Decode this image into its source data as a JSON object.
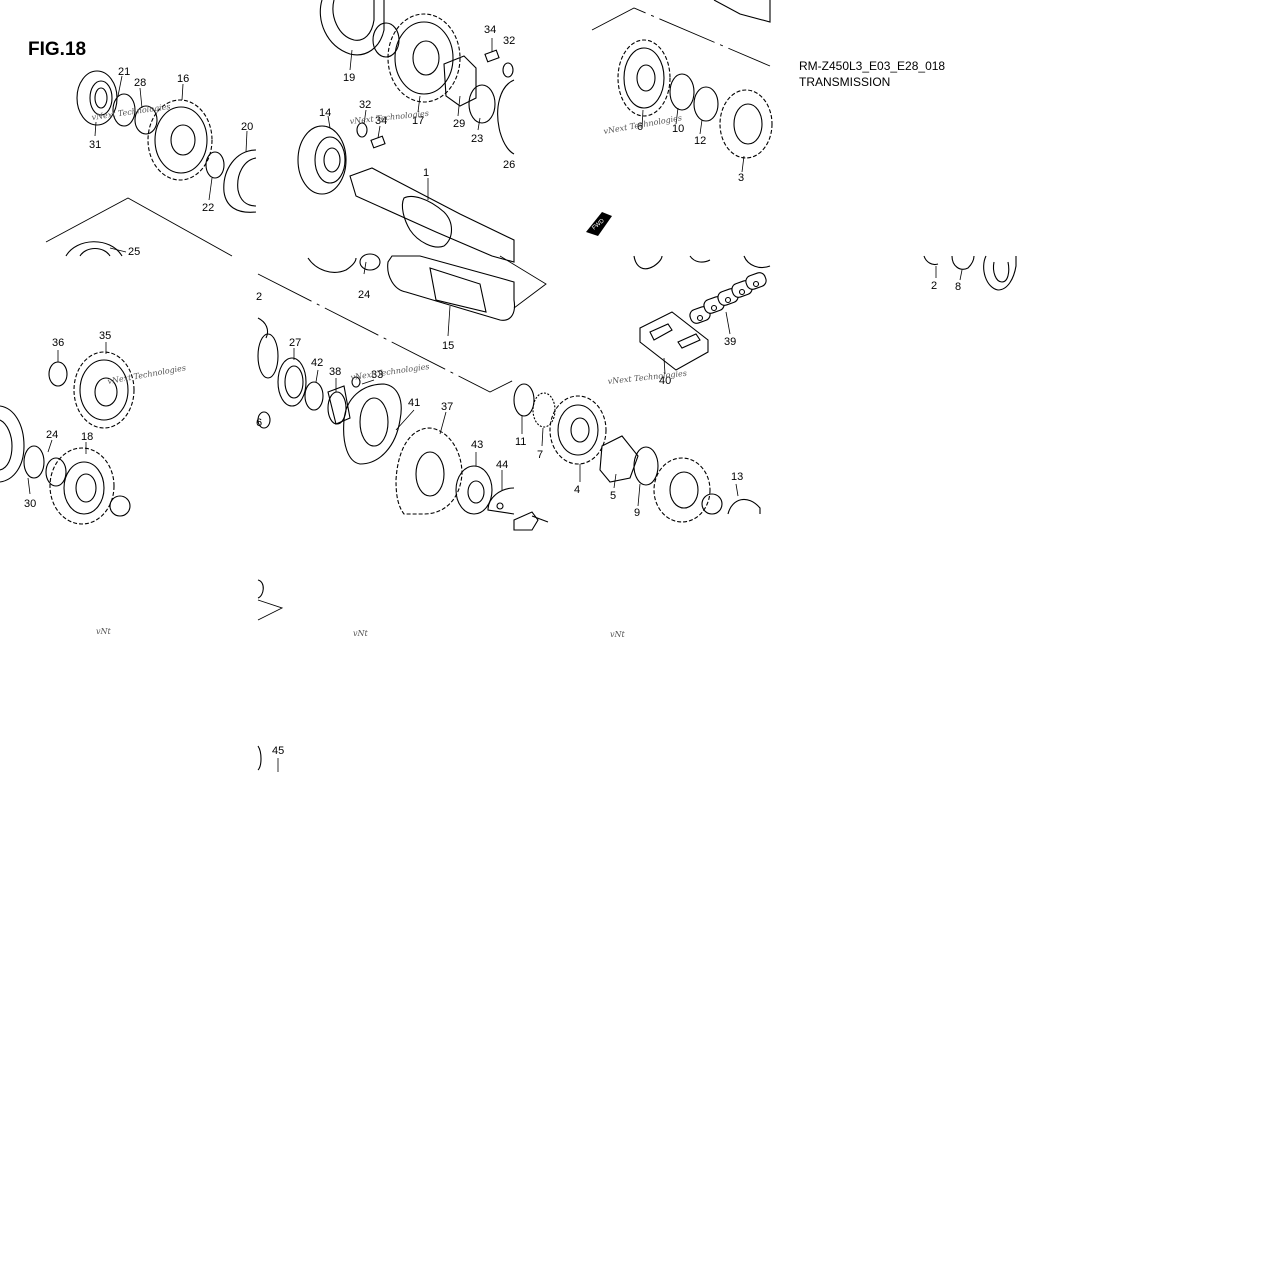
{
  "figure": {
    "label": "FIG.18",
    "model_code": "RM-Z450L3_E03_E28_018",
    "section_title": "TRANSMISSION",
    "direction_mark": "FWD"
  },
  "watermark": {
    "text": "vNext Technologies",
    "fragment": "vNt"
  },
  "callouts": [
    "1",
    "2",
    "3",
    "4",
    "5",
    "7",
    "8",
    "9",
    "10",
    "11",
    "12",
    "13",
    "14",
    "15",
    "16",
    "17",
    "18",
    "19",
    "20",
    "21",
    "22",
    "23",
    "24",
    "25",
    "26",
    "27",
    "28",
    "29",
    "30",
    "31",
    "32",
    "33",
    "34",
    "35",
    "36",
    "37",
    "38",
    "39",
    "40",
    "41",
    "42",
    "43",
    "44",
    "45"
  ]
}
